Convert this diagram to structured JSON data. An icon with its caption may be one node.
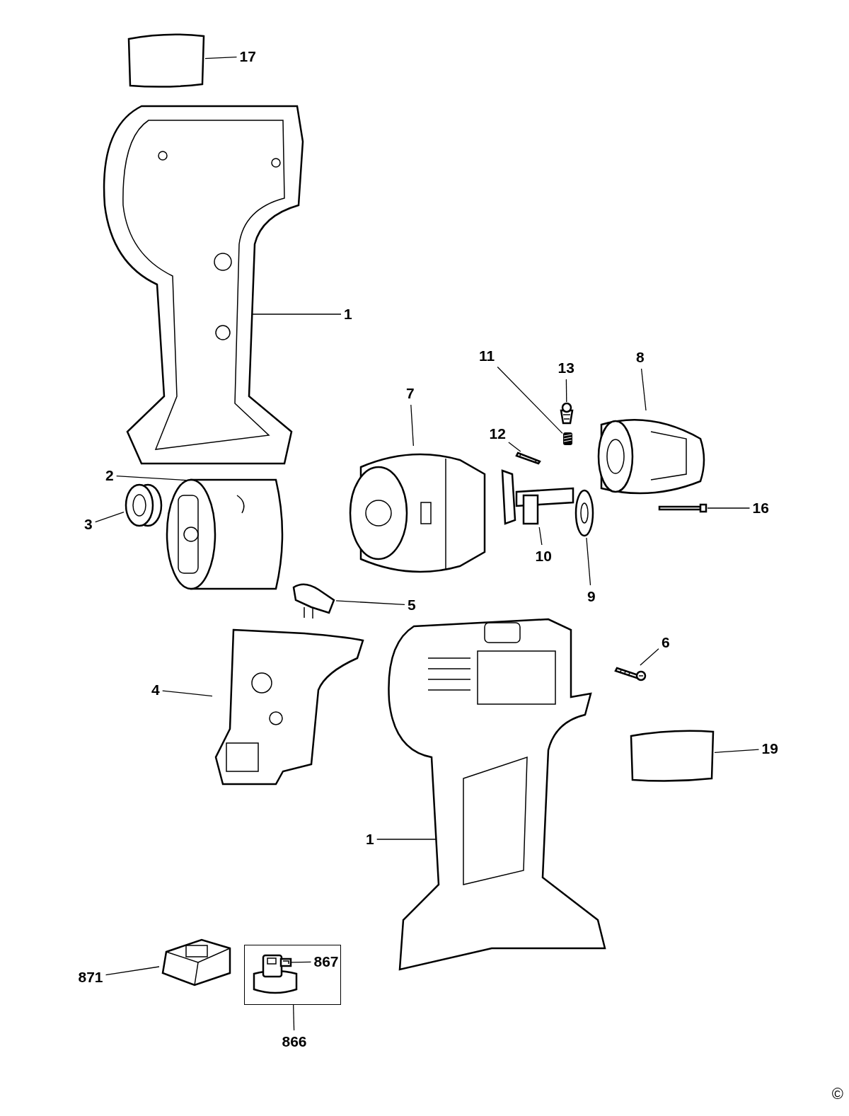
{
  "diagram": {
    "nodes": [
      {
        "text": [
          "17"
        ]
      },
      {
        "text": [],
        "shape": "box"
      },
      {
        "text": [],
        "shape": "picture"
      },
      {
        "text": [
          "1"
        ]
      },
      {
        "text": [
          "11"
        ]
      },
      {
        "text": [
          "13"
        ]
      },
      {
        "text": [
          "8"
        ]
      },
      {
        "text": [
          "7"
        ]
      },
      {
        "text": [
          "12"
        ]
      },
      {
        "text": [],
        "shape": "picture"
      },
      {
        "text": [],
        "shape": "picture"
      },
      {
        "text": [],
        "shape": "picture"
      },
      {
        "text": [],
        "shape": "picture"
      },
      {
        "text": [],
        "shape": "picture"
      },
      {
        "text": [
          "2"
        ]
      },
      {
        "text": [],
        "shape": "picture"
      },
      {
        "text": [
          "16"
        ]
      },
      {
        "text": [],
        "shape": "picture"
      },
      {
        "text": [
          "3"
        ]
      },
      {
        "text": [],
        "shape": "picture"
      },
      {
        "text": [],
        "shape": "picture"
      },
      {
        "text": [],
        "shape": "picture"
      },
      {
        "text": [
          "10"
        ]
      },
      {
        "text": [
          "9"
        ]
      },
      {
        "text": [],
        "shape": "picture"
      },
      {
        "text": [
          "5"
        ]
      },
      {
        "text": [],
        "shape": "picture"
      },
      {
        "text": [
          "6"
        ]
      },
      {
        "text": [],
        "shape": "picture"
      },
      {
        "text": [
          "4"
        ]
      },
      {
        "text": [],
        "shape": "box"
      },
      {
        "text": [
          "19"
        ]
      },
      {
        "text": [],
        "shape": "picture"
      },
      {
        "text": [
          "1"
        ]
      },
      {
        "text": [],
        "shape": "box"
      },
      {
        "text": [
          "867"
        ],
        "in": 34
      },
      {
        "text": [],
        "shape": "picture",
        "in": 34
      },
      {
        "text": [],
        "shape": "picture"
      },
      {
        "text": [
          "871"
        ]
      },
      {
        "text": [
          "866"
        ]
      }
    ],
    "edges": [
      {
        "from": 0,
        "to": 1,
        "arrow": "none"
      },
      {
        "from": 3,
        "to": 2,
        "arrow": "none"
      },
      {
        "from": 4,
        "to": 9,
        "arrow": "none"
      },
      {
        "from": 5,
        "to": 10,
        "arrow": "none"
      },
      {
        "from": 6,
        "to": 13,
        "arrow": "none"
      },
      {
        "from": 7,
        "to": 12,
        "arrow": "none"
      },
      {
        "from": 8,
        "to": 11,
        "arrow": "none"
      },
      {
        "from": 14,
        "to": 15,
        "arrow": "none"
      },
      {
        "from": 16,
        "to": 17,
        "arrow": "none"
      },
      {
        "from": 18,
        "to": 19,
        "arrow": "none"
      },
      {
        "from": 22,
        "to": 20,
        "arrow": "none"
      },
      {
        "from": 23,
        "to": 21,
        "arrow": "none"
      },
      {
        "from": 25,
        "to": 24,
        "arrow": "none"
      },
      {
        "from": 27,
        "to": 28,
        "arrow": "none"
      },
      {
        "from": 29,
        "to": 26,
        "arrow": "none"
      },
      {
        "from": 31,
        "to": 30,
        "arrow": "none"
      },
      {
        "from": 33,
        "to": 32,
        "arrow": "none"
      },
      {
        "from": 35,
        "to": 36,
        "arrow": "none"
      },
      {
        "from": 38,
        "to": 37,
        "arrow": "none"
      },
      {
        "from": 39,
        "to": 34,
        "arrow": "none"
      }
    ],
    "labels": [
      "©"
    ]
  }
}
